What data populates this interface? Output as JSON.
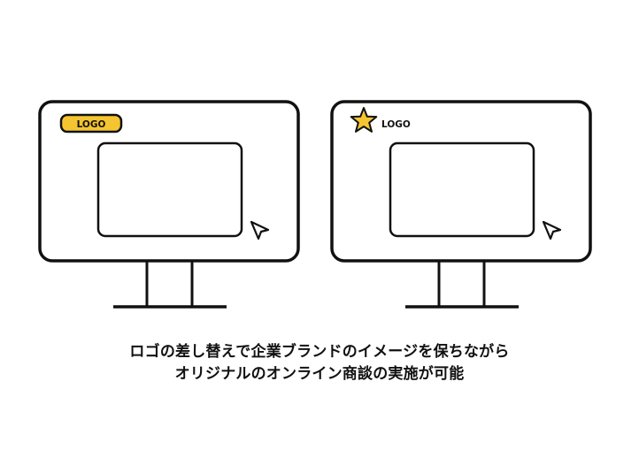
{
  "monitors": [
    {
      "logo_text": "LOGO",
      "logo_style": "pill-badge",
      "logo_color": "#f5c531"
    },
    {
      "logo_text": "LOGO",
      "logo_style": "star-icon",
      "logo_color": "#f5c531"
    }
  ],
  "colors": {
    "stroke": "#111111",
    "background": "#ffffff",
    "accent": "#f5c531"
  },
  "caption": {
    "line1": "ロゴの差し替えで企業ブランドのイメージを保ちながら",
    "line2": "オリジナルのオンライン商談の実施が可能"
  }
}
